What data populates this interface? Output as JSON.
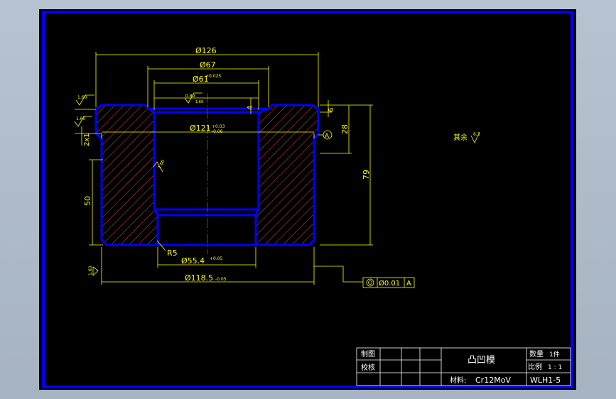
{
  "dimensions": {
    "d126": "Ø126",
    "d67": "Ø67",
    "d61": "Ø61",
    "d61_tol": "+0.025",
    "d121": "Ø121",
    "d121_tol_upper": "+0.03",
    "d121_tol_lower": "-0.06",
    "d55": "Ø55.4",
    "d55_tol": "+0.05",
    "d118": "Ø118.5",
    "d118_tol": "-0.05",
    "depth4": "4",
    "h6": "6",
    "h28": "28",
    "h79": "79",
    "h50": "50",
    "chamfer": "2x1",
    "radius": "R5",
    "datum": "A"
  },
  "roughness": {
    "top_left": "1.60",
    "left": "1.60",
    "bore": "0.80",
    "bore_small": "1.60",
    "inner": "1.60",
    "bottom": "1.60",
    "rest_label": "其余",
    "rest_value": "6.3"
  },
  "tolerance_frame": {
    "value": "Ø0.01",
    "datum": "A"
  },
  "title_block": {
    "drawn_label": "制图",
    "check_label": "校核",
    "part_name": "凸凹模",
    "qty_label": "数量",
    "qty_value": "1件",
    "scale_label": "比例",
    "scale_value": "1 : 1",
    "material_label": "材料:",
    "material_value": "Cr12MoV",
    "drawing_no": "WLH1-5"
  },
  "colors": {
    "outline": "#0000ff",
    "dimension": "#ffff00",
    "centerline": "#ff0000",
    "hatch": "#ff5050",
    "background": "#000000",
    "frame": "#0000ff"
  }
}
